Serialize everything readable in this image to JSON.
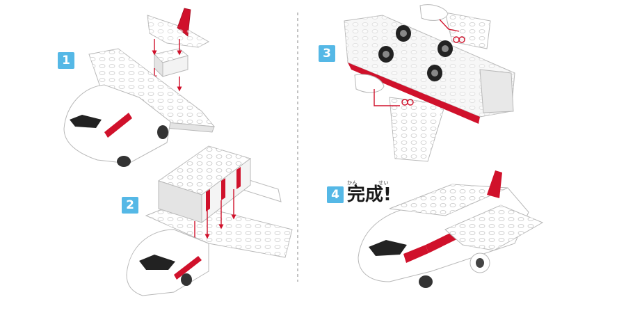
{
  "steps": [
    {
      "number": "1"
    },
    {
      "number": "2"
    },
    {
      "number": "3"
    },
    {
      "number": "4"
    }
  ],
  "completion": {
    "text": "完成!",
    "ruby_left": "かん",
    "ruby_right": "せい"
  },
  "colors": {
    "badge": "#55b8e6",
    "accent_red": "#d0112b",
    "divider": "#9a9a9a",
    "block_white": "#ffffff",
    "block_shade": "#e4e4e4",
    "outline": "#b8b8b8"
  },
  "icons": [
    "airplane-block-model-icon",
    "arrow-down-icon",
    "wheel-icon",
    "engine-icon"
  ]
}
